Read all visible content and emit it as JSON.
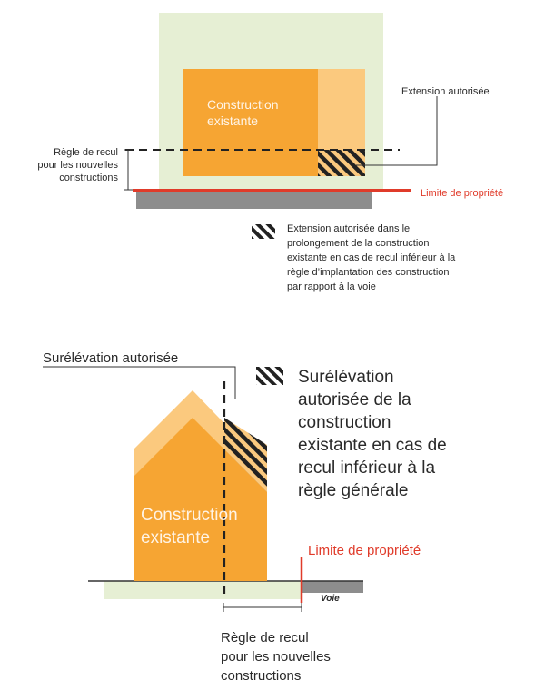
{
  "top_diagram": {
    "construction_label": [
      "Construction",
      "existante"
    ],
    "extension_label": "Extension autorisée",
    "recul_label": [
      "Règle de recul",
      "pour les nouvelles",
      "constructions"
    ],
    "limite_label": "Limite de propriété",
    "legend_text": [
      "Extension autorisée dans le",
      "prolongement de la construction",
      "existante en cas de recul inférieur à la",
      "règle d’implantation des construction",
      "par rapport à la voie"
    ]
  },
  "bottom_diagram": {
    "surelevation_label": "Surélévation autorisée",
    "legend_text": [
      "Surélévation",
      "autorisée de la",
      "construction",
      "existante en cas de",
      "recul inférieur à la",
      "règle générale"
    ],
    "construction_label": [
      "Construction",
      "existante"
    ],
    "limite_label": "Limite de propriété",
    "voie_label": "Voie",
    "recul_label": [
      "Règle de recul",
      "pour les nouvelles",
      "constructions"
    ]
  },
  "colors": {
    "parcel_green": "#e6efd4",
    "construction_orange": "#f6a533",
    "extension_light": "#fbc97e",
    "limit_red": "#e03b2a",
    "road_gray": "#8d8d8d"
  }
}
